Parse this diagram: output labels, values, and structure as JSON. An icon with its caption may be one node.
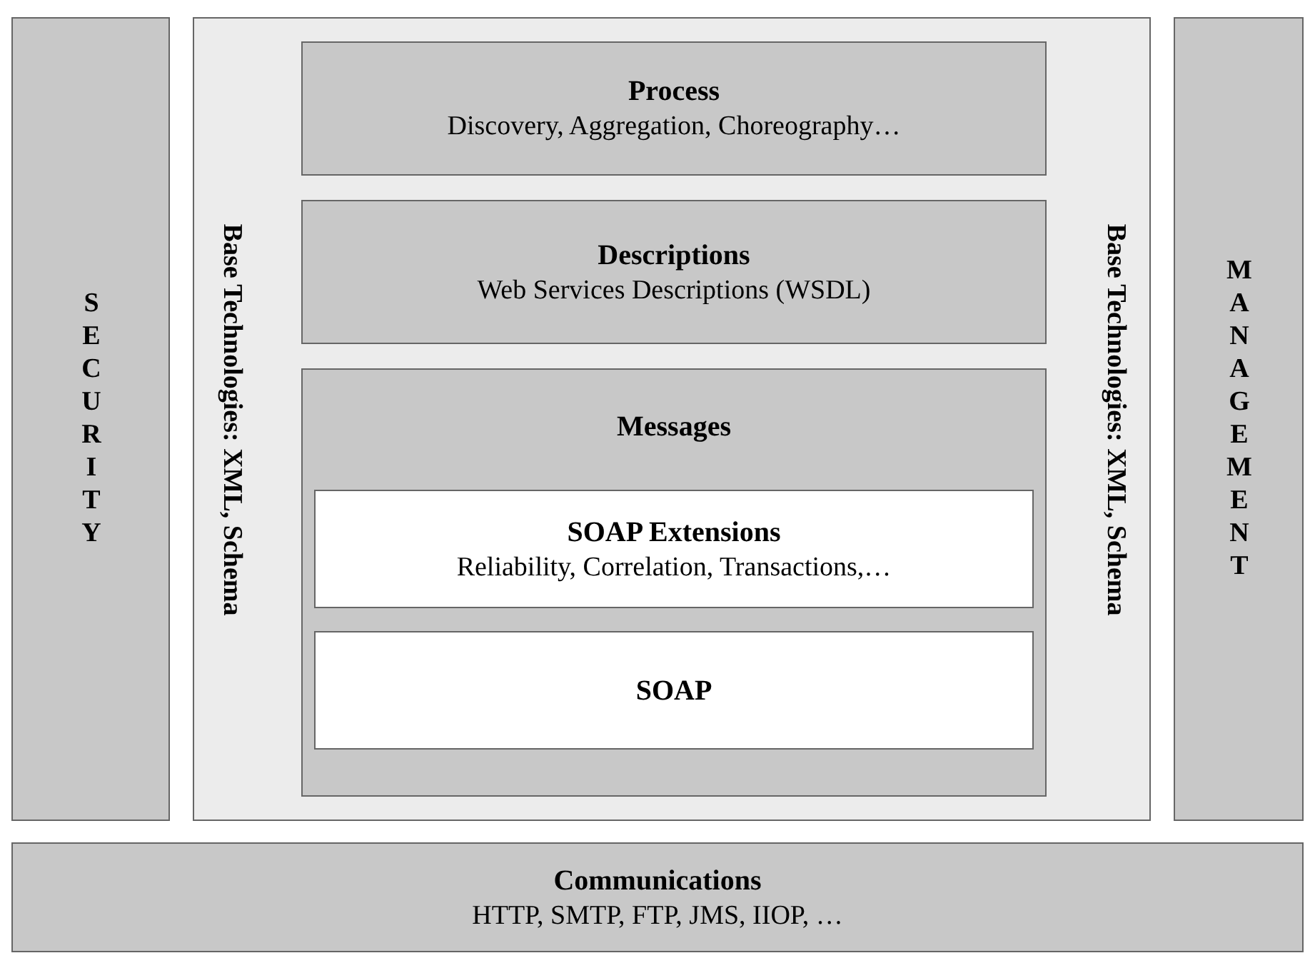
{
  "diagram": {
    "nodes": [
      {
        "text": [
          "SECURITY"
        ]
      },
      {
        "text": [
          "Base Technologies: XML, Schema",
          "Base Technologies: XML, Schema"
        ]
      },
      {
        "text": [
          "Process",
          "Discovery, Aggregation, Choreography…"
        ],
        "in": 1
      },
      {
        "text": [
          "Descriptions",
          "Web Services Descriptions (WSDL)"
        ],
        "in": 1
      },
      {
        "text": [
          "Messages"
        ],
        "in": 1
      },
      {
        "text": [
          "SOAP Extensions",
          "Reliability, Correlation, Transactions,…"
        ],
        "in": 4
      },
      {
        "text": [
          "SOAP"
        ],
        "in": 4
      },
      {
        "text": [
          "MANAGEMENT"
        ]
      },
      {
        "text": [
          "Communications",
          "HTTP, SMTP, FTP, JMS, IIOP, …"
        ]
      }
    ]
  }
}
